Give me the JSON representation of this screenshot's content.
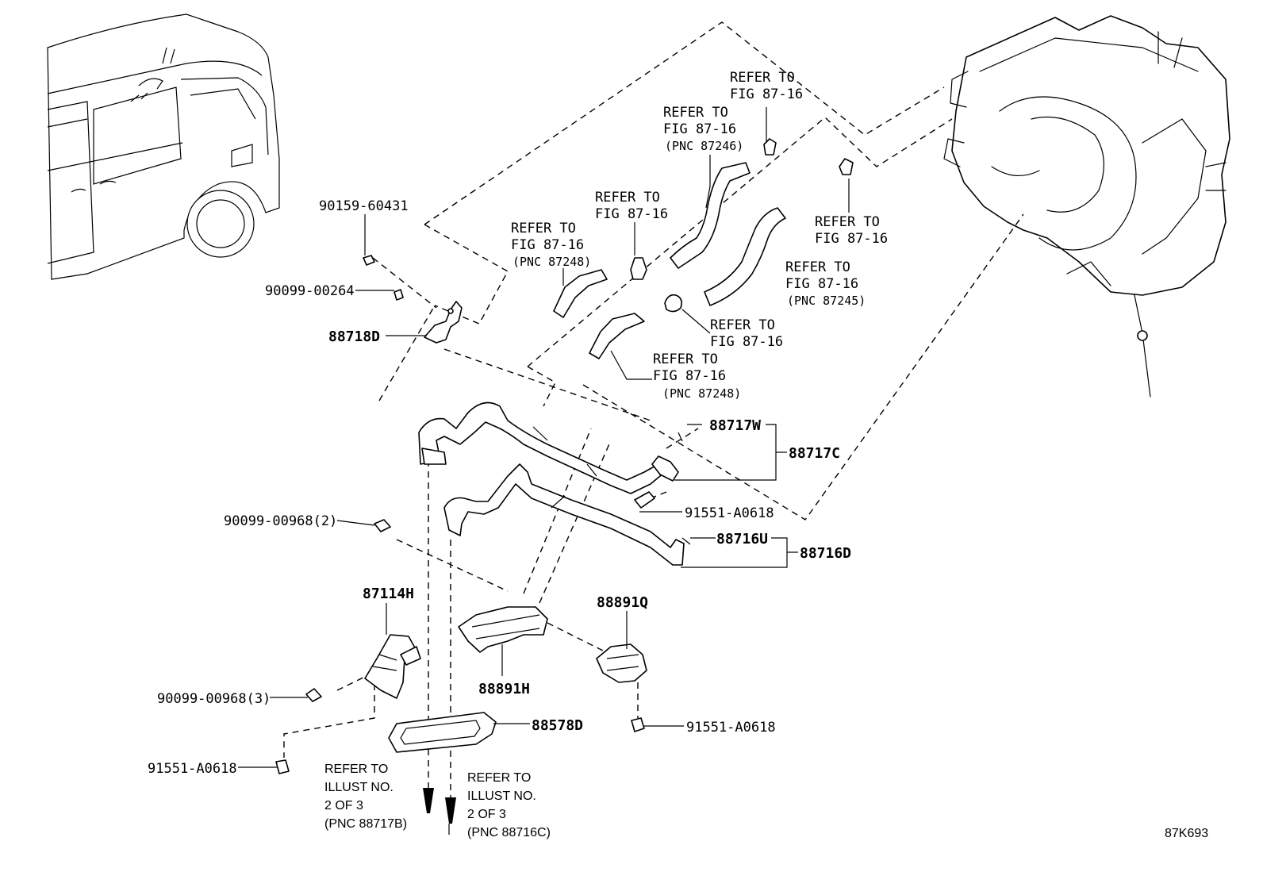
{
  "diagram_id": "87K693",
  "parts": {
    "p90159": "90159-60431",
    "p90099_264": "90099-00264",
    "p88718D": "88718D",
    "p88717W": "88717W",
    "p88717C": "88717C",
    "p91551_a": "91551-A0618",
    "p88716U": "88716U",
    "p88716D": "88716D",
    "p90099_968_2": "90099-00968(2)",
    "p87114H": "87114H",
    "p88891Q": "88891Q",
    "p88891H": "88891H",
    "p90099_968_3": "90099-00968(3)",
    "p88578D": "88578D",
    "p91551_b": "91551-A0618",
    "p91551_c": "91551-A0618"
  },
  "refs": {
    "line1": "REFER TO",
    "fig": "FIG 87-16",
    "pnc_87246": "(PNC 87246)",
    "pnc_87248": "(PNC 87248)",
    "pnc_87245": "(PNC 87245)",
    "illust_no": "ILLUST NO.",
    "of3": "2 OF 3",
    "pnc_88717B": "(PNC 88717B)",
    "pnc_88716C": "(PNC 88716C)"
  }
}
